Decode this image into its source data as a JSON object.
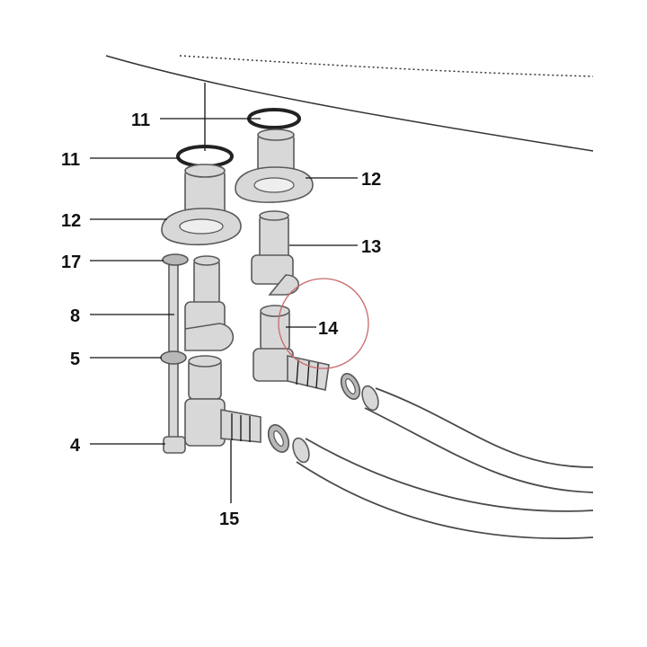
{
  "callouts": [
    {
      "id": "11a",
      "label": "11"
    },
    {
      "id": "11b",
      "label": "11"
    },
    {
      "id": "12a",
      "label": "12"
    },
    {
      "id": "12b",
      "label": "12"
    },
    {
      "id": "13",
      "label": "13"
    },
    {
      "id": "17",
      "label": "17"
    },
    {
      "id": "8",
      "label": "8"
    },
    {
      "id": "14",
      "label": "14"
    },
    {
      "id": "5",
      "label": "5"
    },
    {
      "id": "4",
      "label": "4"
    },
    {
      "id": "15",
      "label": "15"
    }
  ],
  "colors": {
    "highlight_circle": "#c86a6a",
    "line": "#111111",
    "part_fill": "#d8d8d8"
  }
}
